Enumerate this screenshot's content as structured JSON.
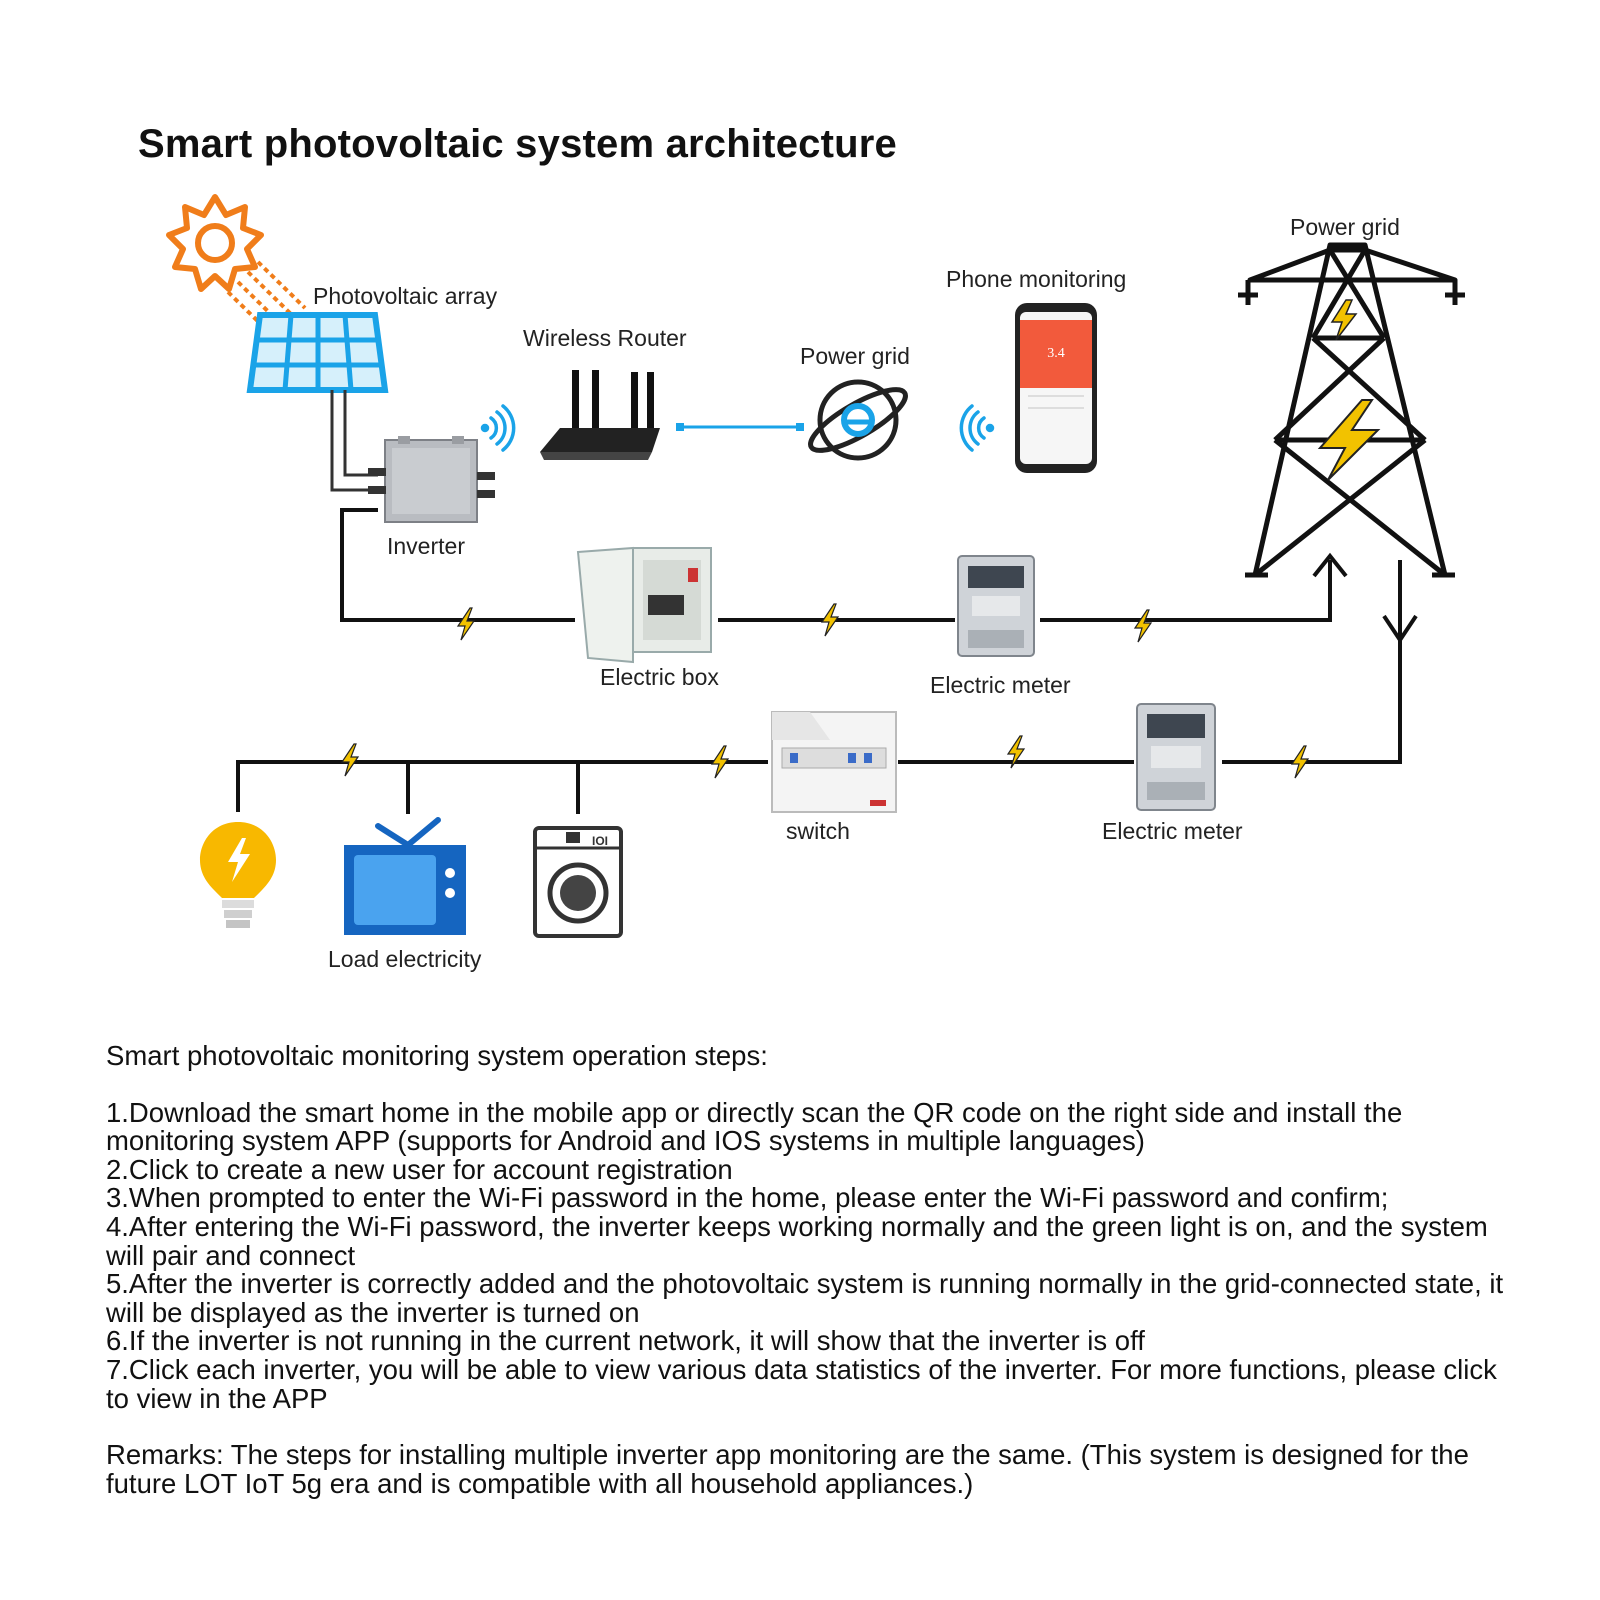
{
  "title": "Smart photovoltaic system architecture",
  "labels": {
    "photovoltaic_array": "Photovoltaic array",
    "wireless_router": "Wireless Router",
    "power_grid_cloud": "Power grid",
    "phone_monitoring": "Phone monitoring",
    "power_grid_tower": "Power grid",
    "inverter": "Inverter",
    "electric_box": "Electric box",
    "electric_meter_top": "Electric meter",
    "switch": "switch",
    "electric_meter_bottom": "Electric meter",
    "load_electricity": "Load electricity"
  },
  "phone_screen_value": "3.4",
  "washer_panel_text": "IOI",
  "colors": {
    "sun": "#f07d1a",
    "solar_panel": "#1aa3e8",
    "wire": "#111111",
    "lightning": "#f2c200",
    "link": "#1aa3e8",
    "phone_screen": "#f25a3c",
    "tv": "#1565c0",
    "bulb": "#f8b800"
  },
  "steps": {
    "heading": "Smart photovoltaic monitoring system operation steps:",
    "items": [
      "1.Download the smart home in the mobile app or directly scan the QR code on the right side and install the monitoring system APP (supports for Android and IOS systems in multiple languages)",
      "2.Click to create a new user for account registration",
      "3.When prompted to enter the Wi-Fi password in the home, please enter the Wi-Fi password and confirm;",
      "4.After entering the Wi-Fi password, the inverter keeps working normally and the green light is on, and the system will pair and connect",
      "5.After the inverter is correctly added and the photovoltaic system is running normally in the grid-connected state, it will be displayed as the inverter is turned on",
      "6.If the inverter is not running in the current network, it will show that the inverter is off",
      "7.Click each inverter, you will be able to view various data statistics of the inverter. For more functions, please click to view in the APP"
    ],
    "remarks": "Remarks: The steps for installing multiple inverter app monitoring are the same. (This system is designed for the future LOT IoT 5g era and is compatible with all household appliances.)"
  }
}
